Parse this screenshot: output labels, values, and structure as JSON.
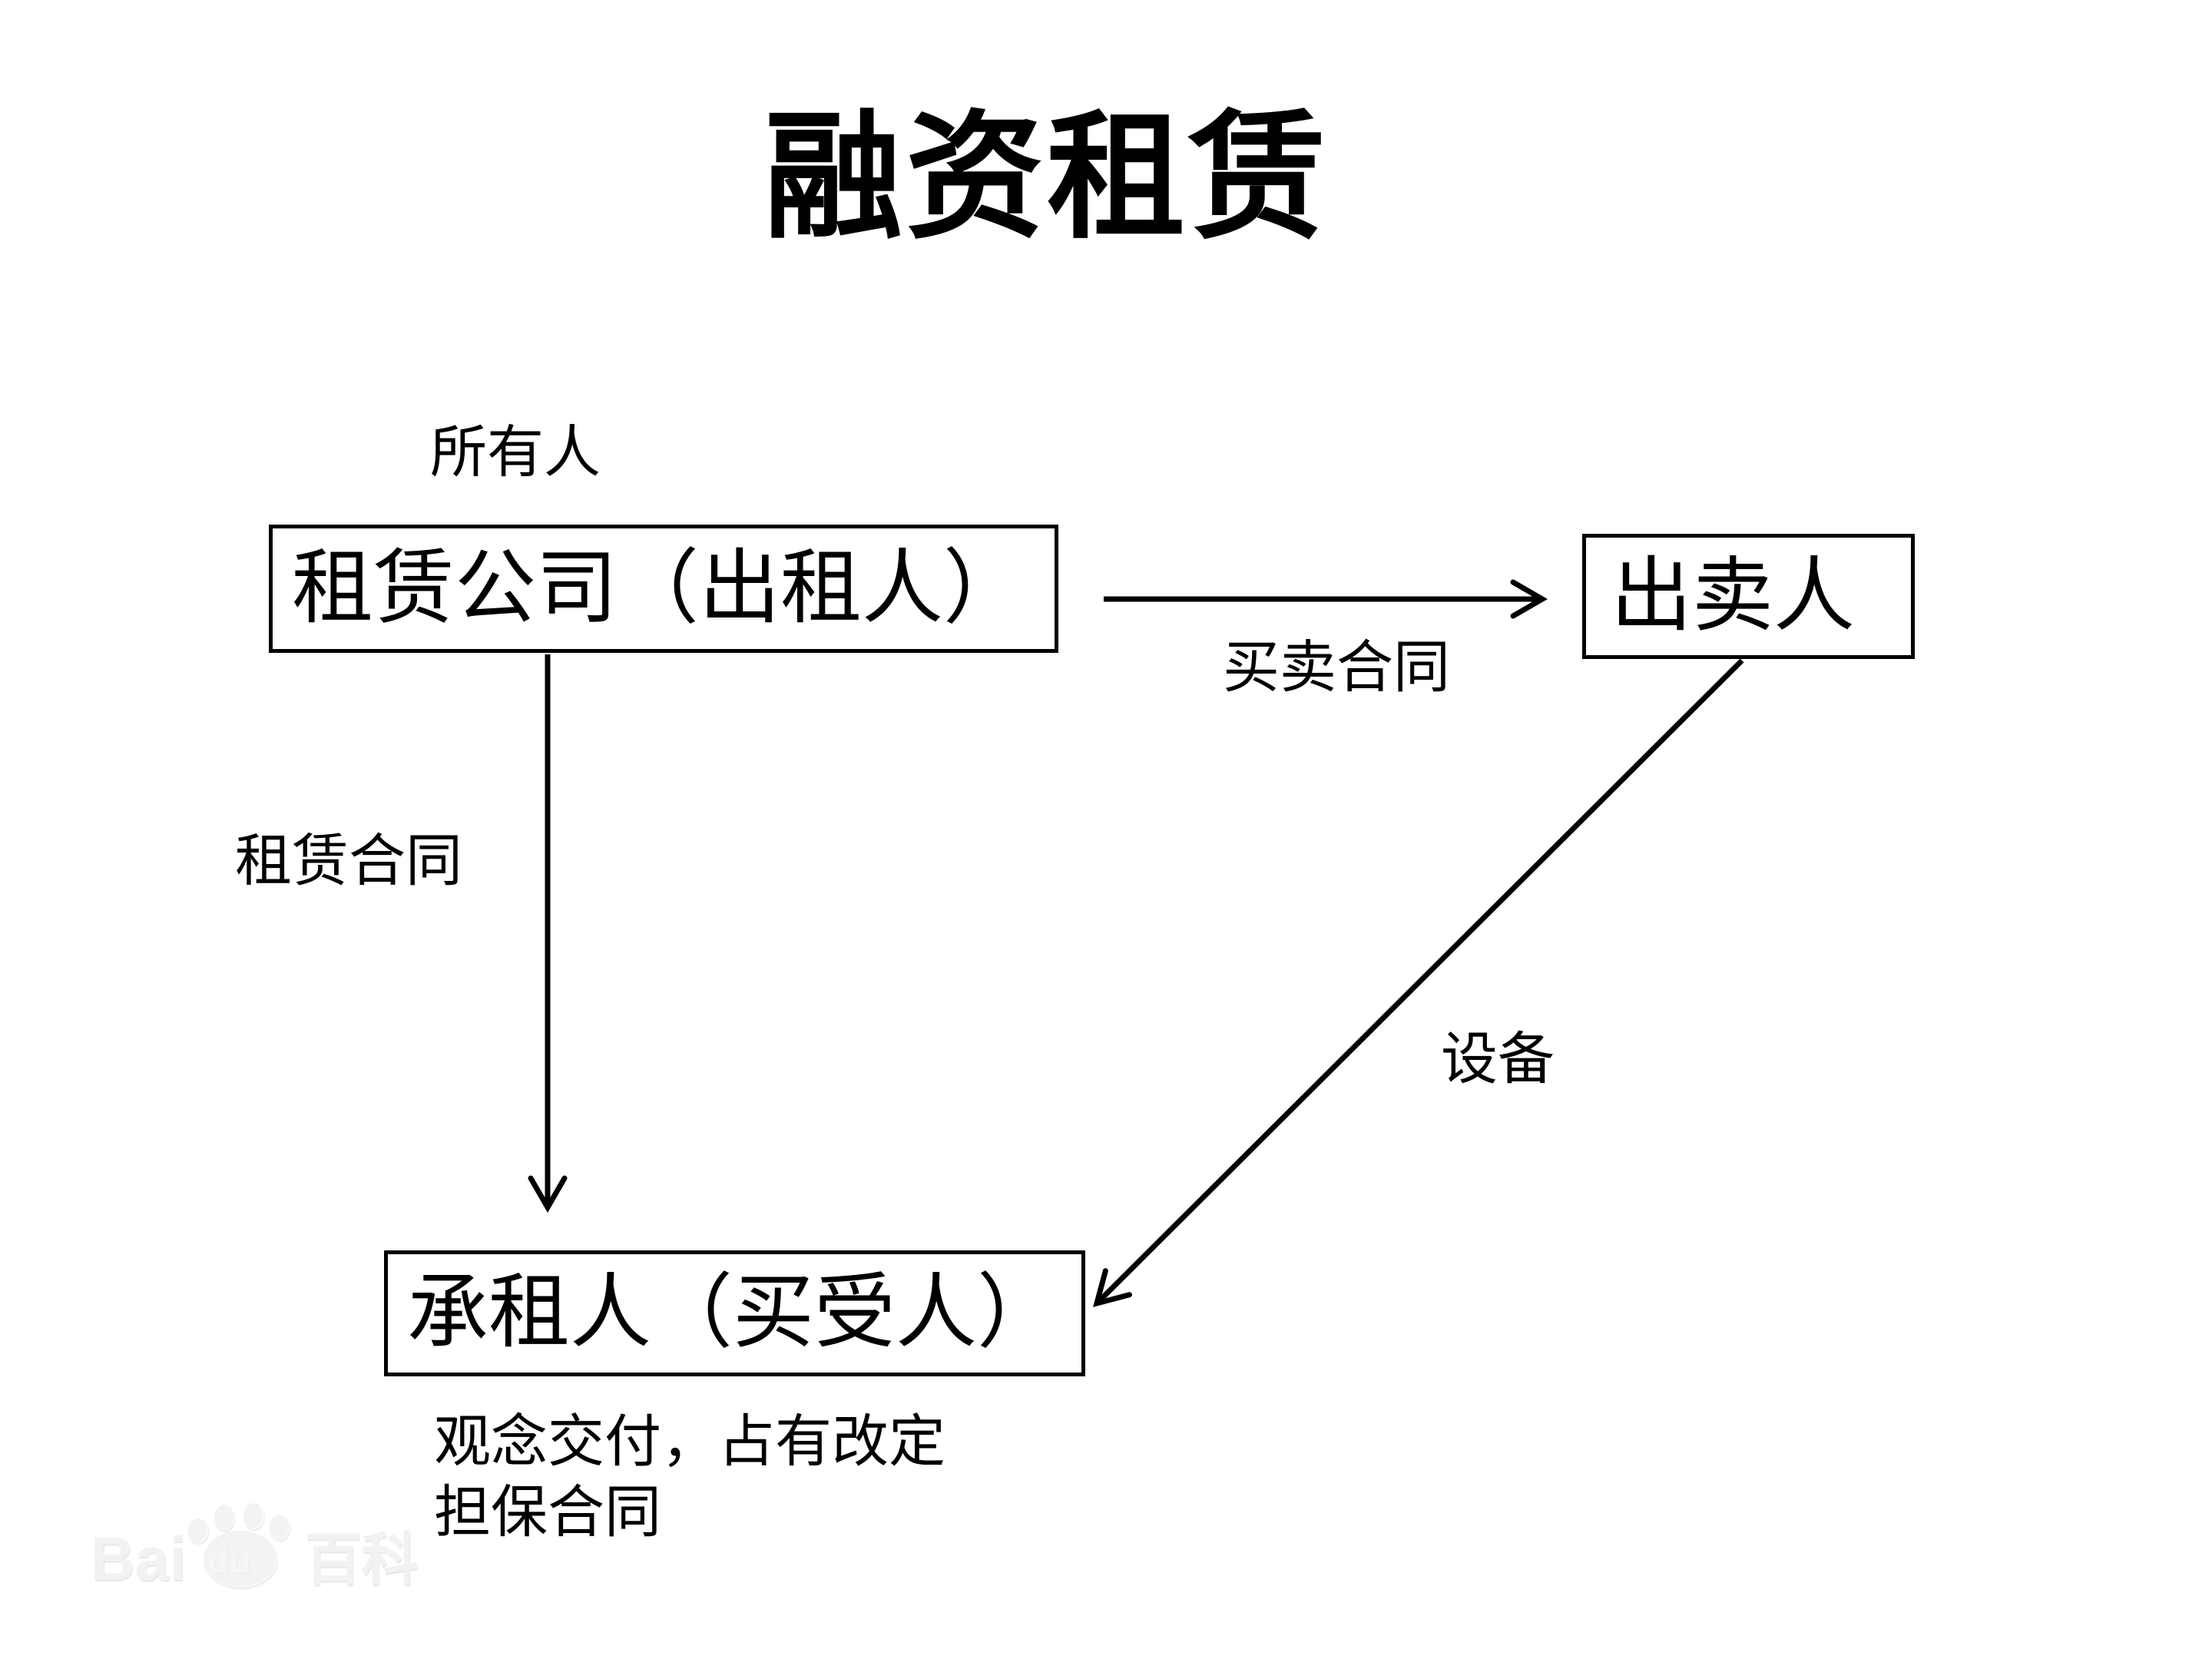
{
  "title": "融资租赁",
  "nodes": {
    "lessor": {
      "label": "租赁公司（出租人）",
      "annotation": "所有人"
    },
    "seller": {
      "label": "出卖人"
    },
    "lessee": {
      "label": "承租人（买受人）",
      "annotation_line1": "观念交付，占有改定",
      "annotation_line2": "担保合同"
    }
  },
  "edges": {
    "sale_contract": {
      "label": "买卖合同",
      "from": "lessor",
      "to": "seller"
    },
    "lease_contract": {
      "label": "租赁合同",
      "from": "lessor",
      "to": "lessee"
    },
    "equipment": {
      "label": "设备",
      "from": "seller",
      "to": "lessee"
    }
  },
  "watermark": {
    "bai": "Bai",
    "du": "du",
    "baike": "百科"
  },
  "colors": {
    "line": "#000000",
    "background": "#ffffff",
    "watermark": "#f2f2f2"
  }
}
